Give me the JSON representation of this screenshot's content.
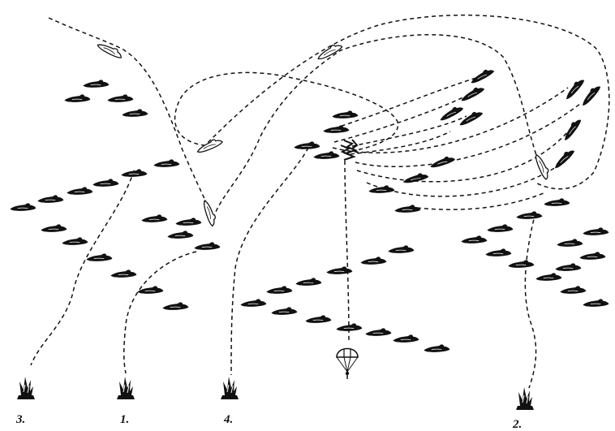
{
  "figure": {
    "ink_color": "#111111",
    "paper_color": "#ffffff",
    "crash_labels": [
      "3.",
      "1.",
      "4.",
      "2."
    ]
  }
}
